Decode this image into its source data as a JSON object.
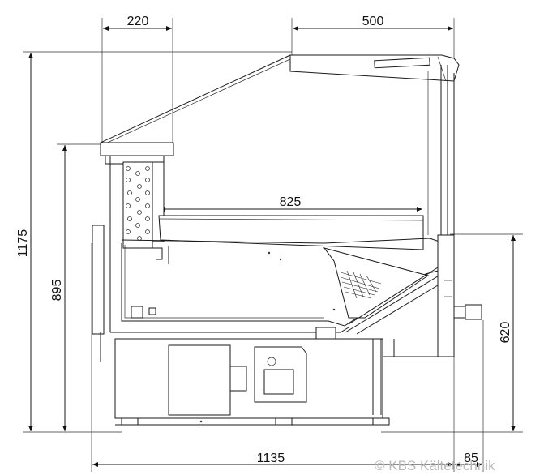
{
  "dimensions": {
    "top_left_width": "220",
    "top_right_width": "500",
    "total_height": "1175",
    "counter_height": "895",
    "shelf_depth": "825",
    "right_height": "620",
    "total_width": "1135",
    "side_offset": "85"
  },
  "watermark": "© KBS Kältetechnik"
}
